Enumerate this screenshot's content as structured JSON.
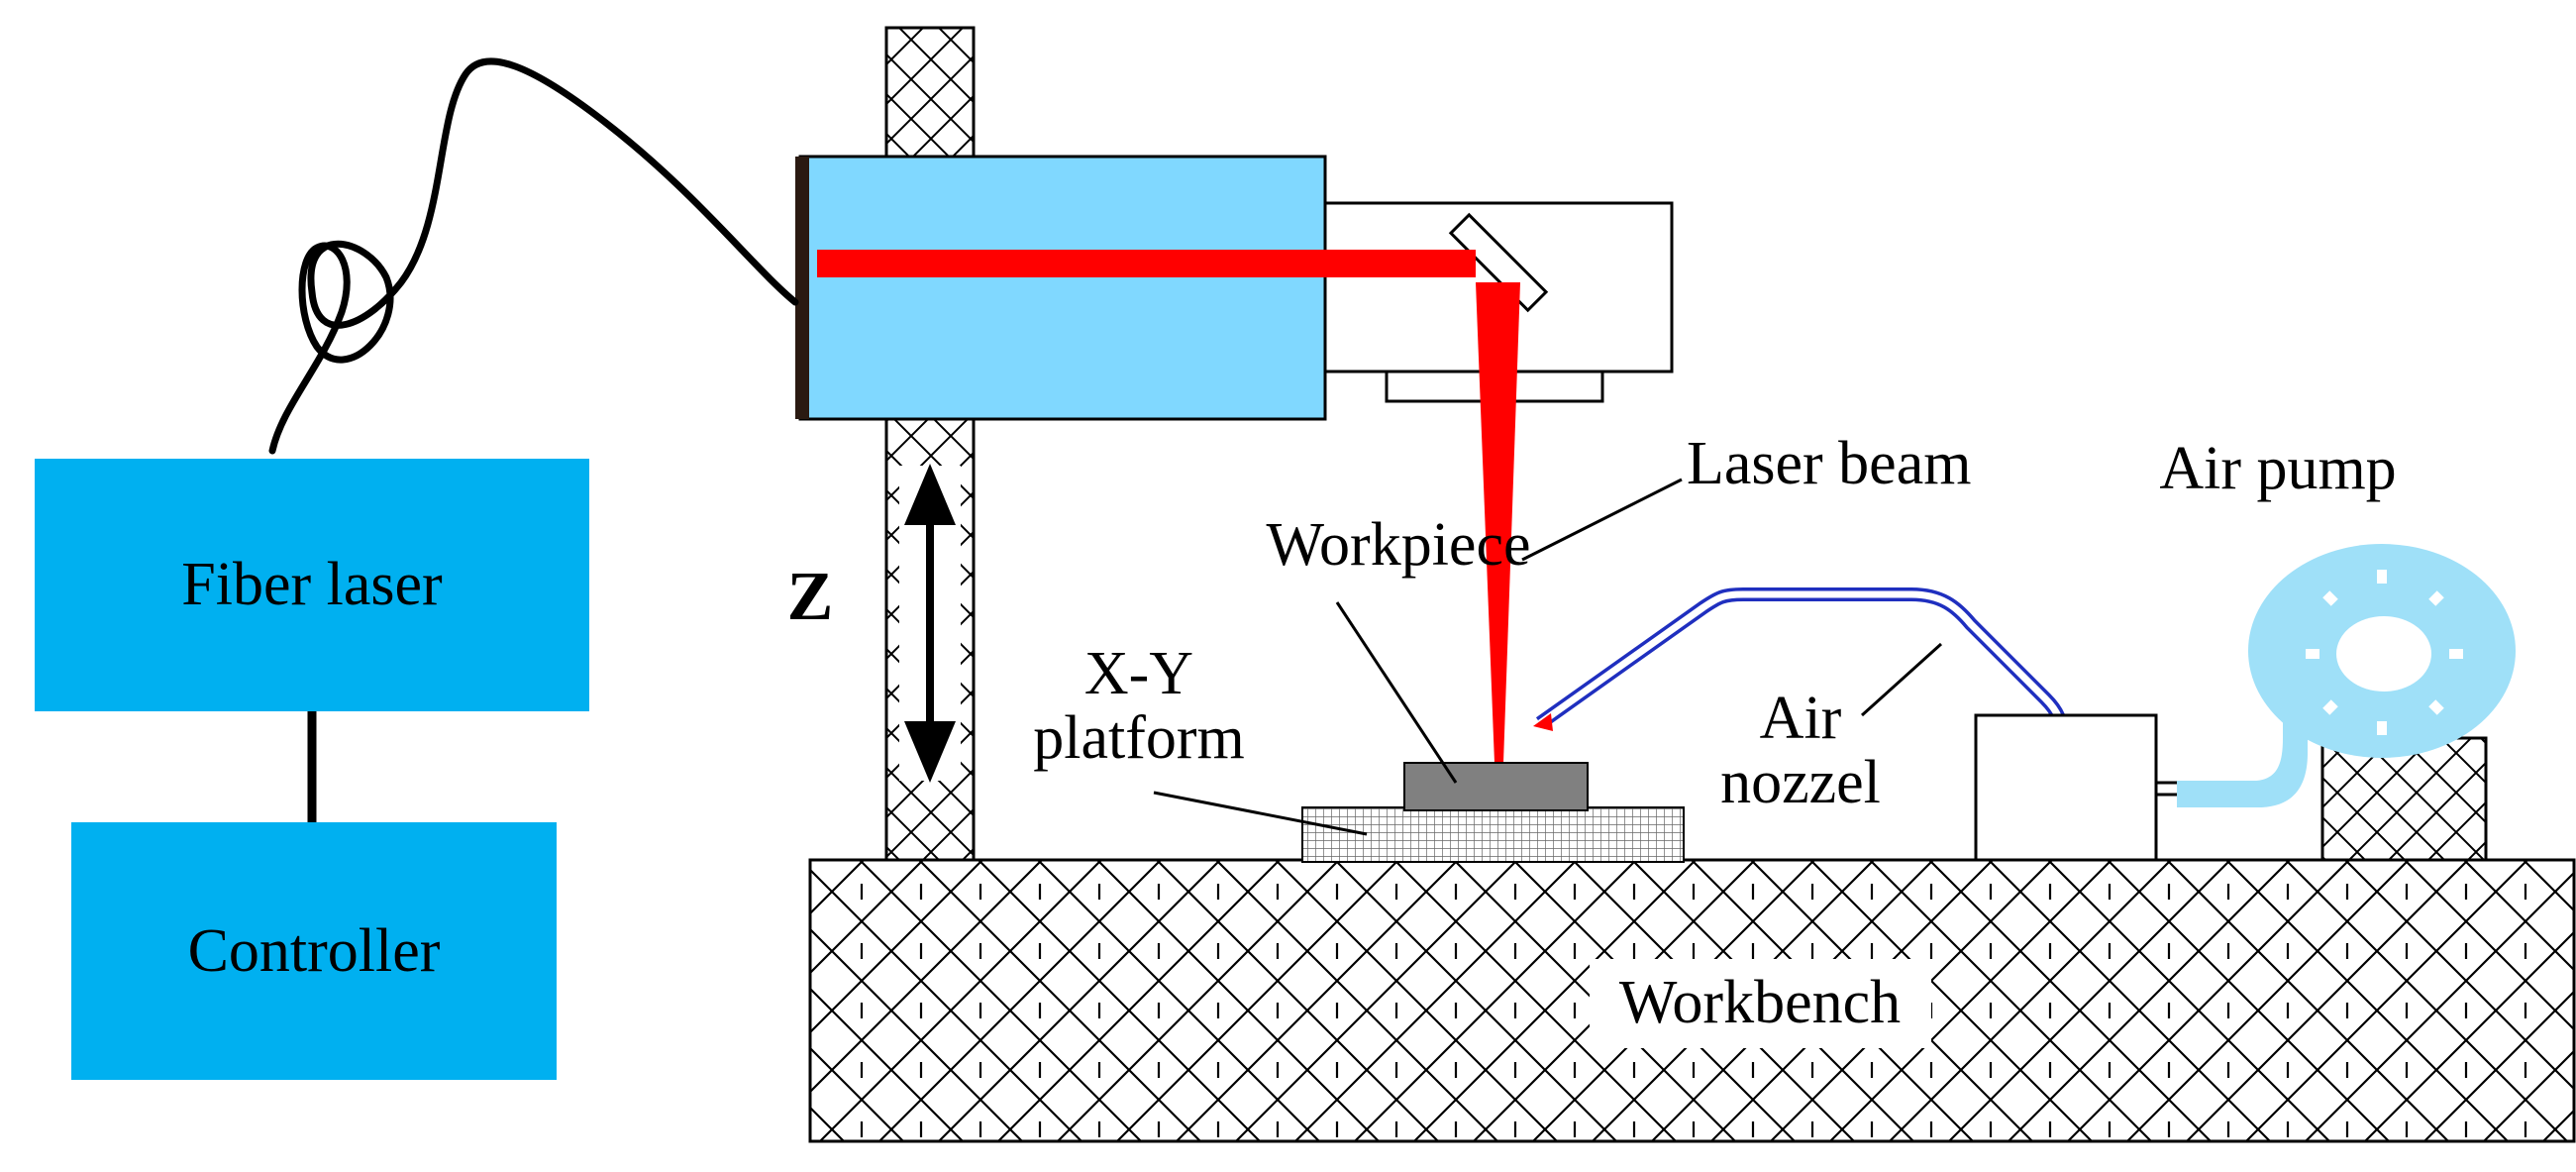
{
  "labels": {
    "fiber_laser": "Fiber laser",
    "controller": "Controller",
    "z_axis": "Z",
    "workpiece": "Workpiece",
    "xy_platform_line1": "X-Y",
    "xy_platform_line2": "platform",
    "laser_beam": "Laser beam",
    "air_pump": "Air pump",
    "air_nozzle_line1": "Air",
    "air_nozzle_line2": "nozzel",
    "workbench": "Workbench"
  },
  "colors": {
    "box_fill": "#00b0f0",
    "laser_head": "#80d8ff",
    "laser_beam": "#ff0000",
    "nozzle_tube": "#1f2fbf",
    "pump": "#9fe0f8",
    "workpiece": "#808080",
    "outline": "#000000"
  },
  "icons": {
    "z_arrow": "double-headed-vertical-arrow-icon",
    "pump": "air-pump-icon",
    "mirror": "mirror-icon"
  }
}
